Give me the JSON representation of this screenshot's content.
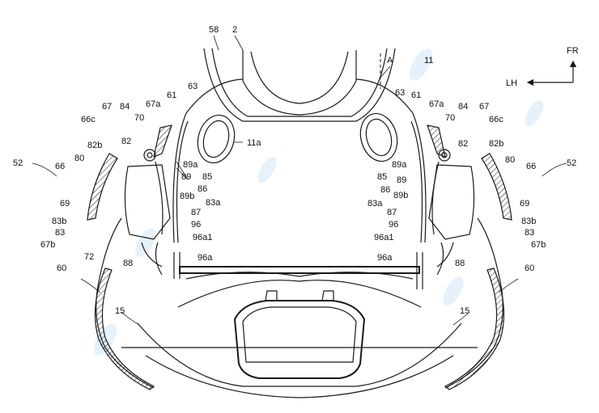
{
  "orientation": {
    "front": "FR",
    "left": "LH"
  },
  "labels": {
    "l58": "58",
    "l2": "2",
    "lA": "A",
    "l11": "11",
    "l63L": "63",
    "l61L": "61",
    "l67aL": "67a",
    "l84L": "84",
    "l67L": "67",
    "l70L": "70",
    "l66cL": "66c",
    "l82L": "82",
    "l82bL": "82b",
    "l80L": "80",
    "l52L": "52",
    "l66L": "66",
    "l89aL": "89a",
    "l89L": "89",
    "l85L": "85",
    "l86L": "86",
    "l89bL": "89b",
    "l83aL": "83a",
    "l69L": "69",
    "l83bL": "83b",
    "l83L": "83",
    "l87L": "87",
    "l96L": "96",
    "l96a1L": "96a1",
    "l67bL": "67b",
    "l72L": "72",
    "l88L": "88",
    "l96aL": "96a",
    "l60L": "60",
    "l15L": "15",
    "l11a": "11a",
    "l63R": "63",
    "l61R": "61",
    "l67aR": "67a",
    "l84R": "84",
    "l67R": "67",
    "l70R": "70",
    "l66cR": "66c",
    "l82R": "82",
    "l82bR": "82b",
    "l80R": "80",
    "l52R": "52",
    "l66R": "66",
    "l85R": "85",
    "l89aR": "89a",
    "l89R": "89",
    "l86R": "86",
    "l89bR": "89b",
    "l83aR": "83a",
    "l69R": "69",
    "l87R": "87",
    "l83bR": "83b",
    "l96R": "96",
    "l83R": "83",
    "l96a1R": "96a1",
    "l67bR": "67b",
    "l88R": "88",
    "l96aR": "96a",
    "l60R": "60",
    "l15R": "15"
  },
  "colors": {
    "line": "#1a1a1a",
    "watermark": "#6fb3e8"
  }
}
